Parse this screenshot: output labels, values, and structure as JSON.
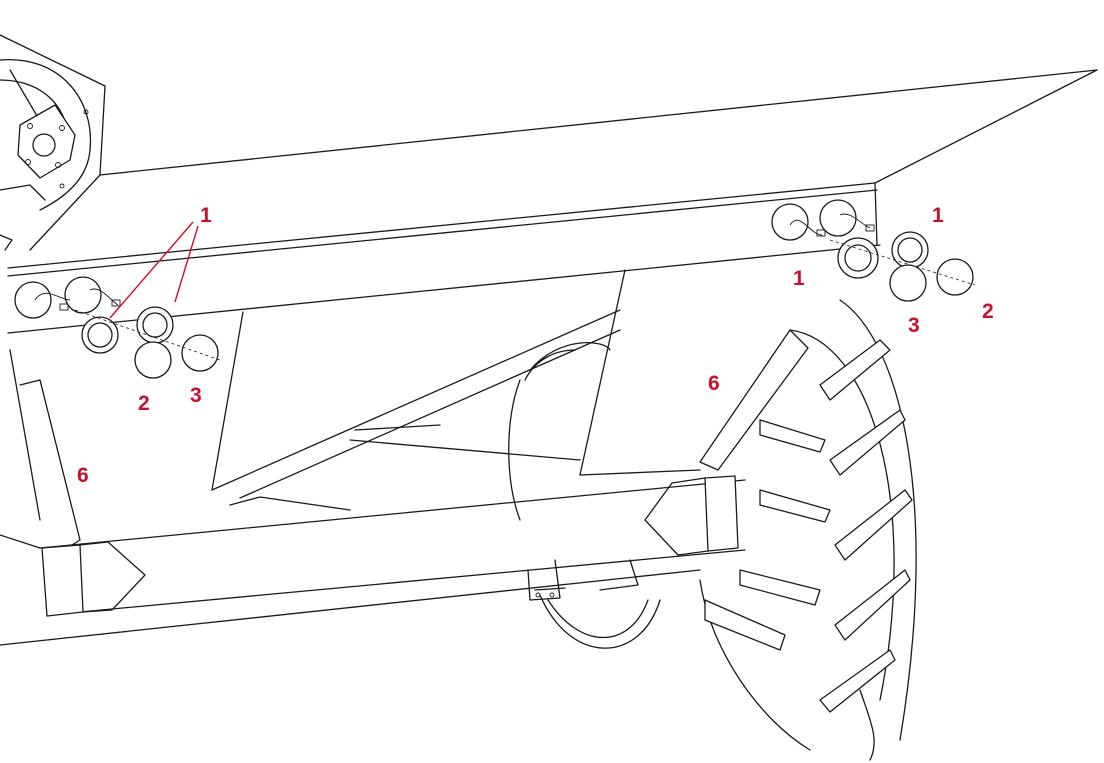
{
  "colors": {
    "callout": "#c8102e",
    "line": "#1a1a1a",
    "background": "#ffffff"
  },
  "callouts": {
    "left_1": "1",
    "left_2": "2",
    "left_3": "3",
    "left_6": "6",
    "right_1_top": "1",
    "right_1_side": "1",
    "right_2": "2",
    "right_3": "3",
    "right_6": "6"
  }
}
